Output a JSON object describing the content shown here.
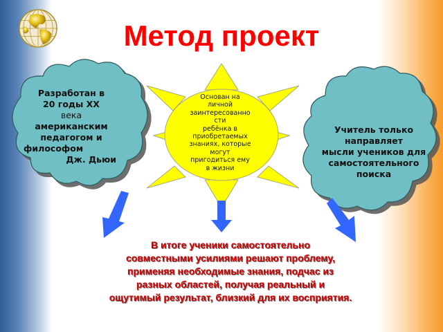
{
  "slide": {
    "title": "Метод проект",
    "colors": {
      "title": "#ff0000",
      "cloud_fill": "#6fbfc4",
      "sun_fill": "#ffff00",
      "arrow": "#3366ff",
      "bottom_text": "#cc0000",
      "left_band": "#2e5d98",
      "right_band": "#f79b2a"
    },
    "icons": {
      "logo": "globe-icon"
    },
    "left_cloud": {
      "lines": [
        "Разработан в",
        "20  годы XX",
        "века",
        "американским",
        "педагогом и",
        "философом",
        "Дж. Дьюи"
      ]
    },
    "sun": {
      "lines": [
        "Основан на",
        "личной",
        "заинтересованно",
        "сти",
        "ребёнка в",
        "приобретаемых",
        "знаниях, которые",
        "могут",
        "пригодиться ему",
        "в жизни"
      ]
    },
    "right_cloud": {
      "lines": [
        "Учитель только",
        "направляет",
        "мысли учеников для",
        "самостоятельного",
        "поиска"
      ]
    },
    "conclusion": {
      "lines": [
        "В итоге ученики самостоятельно",
        "совместными усилиями решают проблему,",
        "применяя необходимые знания, подчас из",
        "разных областей, получая реальный и",
        "ощутимый результат, близкий для их восприятия."
      ]
    }
  }
}
